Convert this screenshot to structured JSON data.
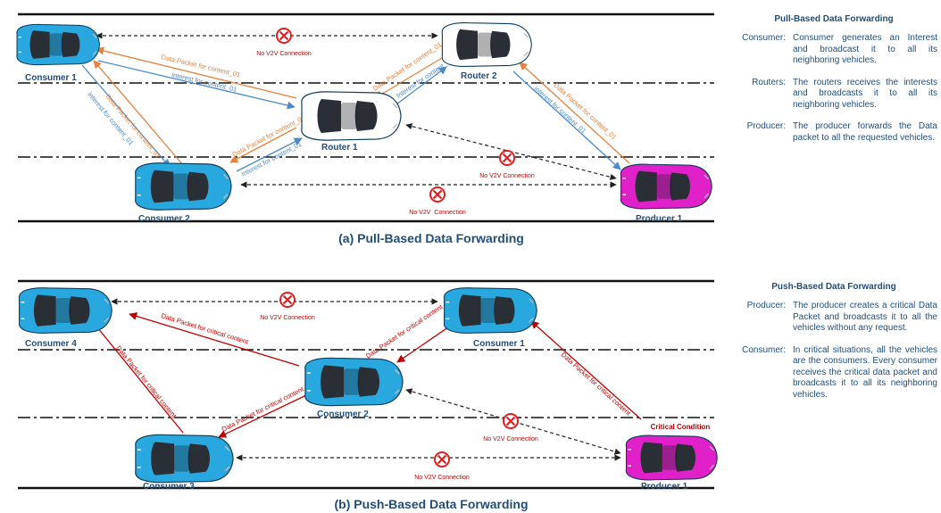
{
  "panel_a": {
    "caption": "(a) Pull-Based Data Forwarding",
    "vehicles": {
      "consumer1": "Consumer 1",
      "consumer2": "Consumer 2",
      "router1": "Router 1",
      "router2": "Router 2",
      "producer1": "Producer 1"
    },
    "link_labels": {
      "data_packet": "Data Packet for content_01",
      "interest": "Interest for content_01",
      "interest_lower": "interest for content_01"
    },
    "no_v2v": "No V2V Connection",
    "no_v2v_spaced": "No V2V  Connection"
  },
  "panel_b": {
    "caption": "(b) Push-Based Data Forwarding",
    "vehicles": {
      "consumer1": "Consumer 1",
      "consumer2": "Consumer 2",
      "consumer3": "Consumer 3",
      "consumer4": "Consumer 4",
      "producer1": "Producer 1"
    },
    "link_labels": {
      "critical": "Data Packet for critical content"
    },
    "critical_condition": "Critical Condition",
    "no_v2v": "No V2V Connection"
  },
  "side_pull": {
    "title": "Pull-Based Data Forwarding",
    "items": [
      {
        "label": "Consumer:",
        "text": "Consumer generates an Interest and broadcast it to all its neighboring vehicles."
      },
      {
        "label": "Routers:",
        "text": "The routers receives the interests and broadcasts it to all its neighboring vehicles."
      },
      {
        "label": "Producer:",
        "text": "The producer forwards the Data packet to all the requested vehicles."
      }
    ]
  },
  "side_push": {
    "title": "Push-Based Data Forwarding",
    "items": [
      {
        "label": "Producer:",
        "text": "The producer creates a critical Data Packet and broadcasts it to all the vehicles without any request."
      },
      {
        "label": "Consumer:",
        "text": "In critical situations, all the vehicles are the consumers. Every consumer receives the critical data packet and broadcasts it to all its neighboring vehicles."
      }
    ]
  },
  "colors": {
    "consumer_car": "#29a8e0",
    "producer_car": "#e020c8",
    "router_car": "#ffffff",
    "data_arrow": "#e8803a",
    "interest_arrow": "#4a8ac8",
    "critical_arrow": "#c00000",
    "no_connection": "#e02020",
    "label_text": "#1f4e79"
  },
  "icons": {
    "car": "car-topview-icon",
    "no_connection": "no-connection-icon"
  }
}
